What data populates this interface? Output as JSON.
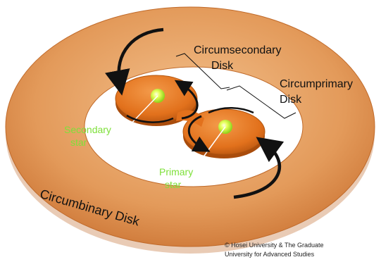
{
  "labels": {
    "circumsecondary_line1": "Circumsecondary",
    "circumsecondary_line2": "Disk",
    "circumprimary_line1": "Circumprimary",
    "circumprimary_line2": "Disk",
    "secondary_line1": "Secondary",
    "secondary_line2": "star",
    "primary_line1": "Primary",
    "primary_line2": "star",
    "circumbinary": "Circumbinary Disk"
  },
  "credit": {
    "line1": "© Hosei University & The Graduate",
    "line2": "University for Advanced Studies"
  },
  "colors": {
    "outer_ring": "#e39a5a",
    "ring_edge": "#c06a2a",
    "small_disk": "#e2711c",
    "star": "#d6ff3a",
    "star_label": "#7ee03a",
    "arrow": "#111111",
    "background": "#ffffff"
  }
}
